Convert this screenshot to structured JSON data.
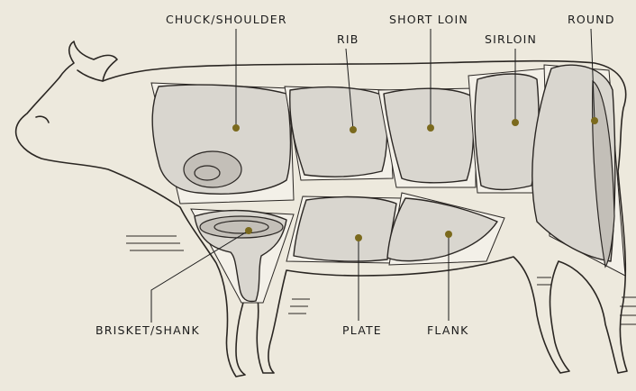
{
  "diagram": {
    "cuts": [
      {
        "id": "chuck-shoulder",
        "label": "CHUCK/SHOULDER"
      },
      {
        "id": "rib",
        "label": "RIB"
      },
      {
        "id": "short-loin",
        "label": "SHORT LOIN"
      },
      {
        "id": "sirloin",
        "label": "SIRLOIN"
      },
      {
        "id": "round",
        "label": "ROUND"
      },
      {
        "id": "brisket-shank",
        "label": "BRISKET/SHANK"
      },
      {
        "id": "plate",
        "label": "PLATE"
      },
      {
        "id": "flank",
        "label": "FLANK"
      }
    ],
    "colors": {
      "background": "#ede9dd",
      "marker": "#7b6a1d",
      "ink": "#2a2622"
    }
  }
}
